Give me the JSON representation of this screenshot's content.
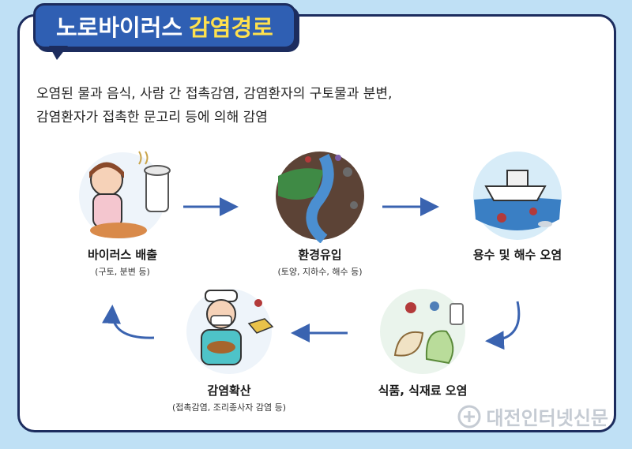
{
  "title": {
    "part1": "노로바이러스",
    "part2": "감염경로"
  },
  "description": {
    "line1": "오염된 물과 음식, 사람 간 접촉감염, 감염환자의 구토물과 분변,",
    "line2": "감염환자가 접촉한 문고리 등에 의해 감염"
  },
  "steps": [
    {
      "label": "바이러스 배출",
      "sub": "(구토, 분변 등)"
    },
    {
      "label": "환경유입",
      "sub": "(토양, 지하수, 해수 등)"
    },
    {
      "label": "용수 및 해수 오염",
      "sub": ""
    },
    {
      "label": "식품, 식재료 오염",
      "sub": ""
    },
    {
      "label": "감염확산",
      "sub": "(접촉감염, 조리종사자 감염 등)"
    }
  ],
  "watermark": "대전인터넷신문",
  "colors": {
    "accent": "#2f5fb3",
    "title_highlight": "#ffe14d",
    "arrow": "#3a63b0",
    "background": "#bfe0f5"
  }
}
